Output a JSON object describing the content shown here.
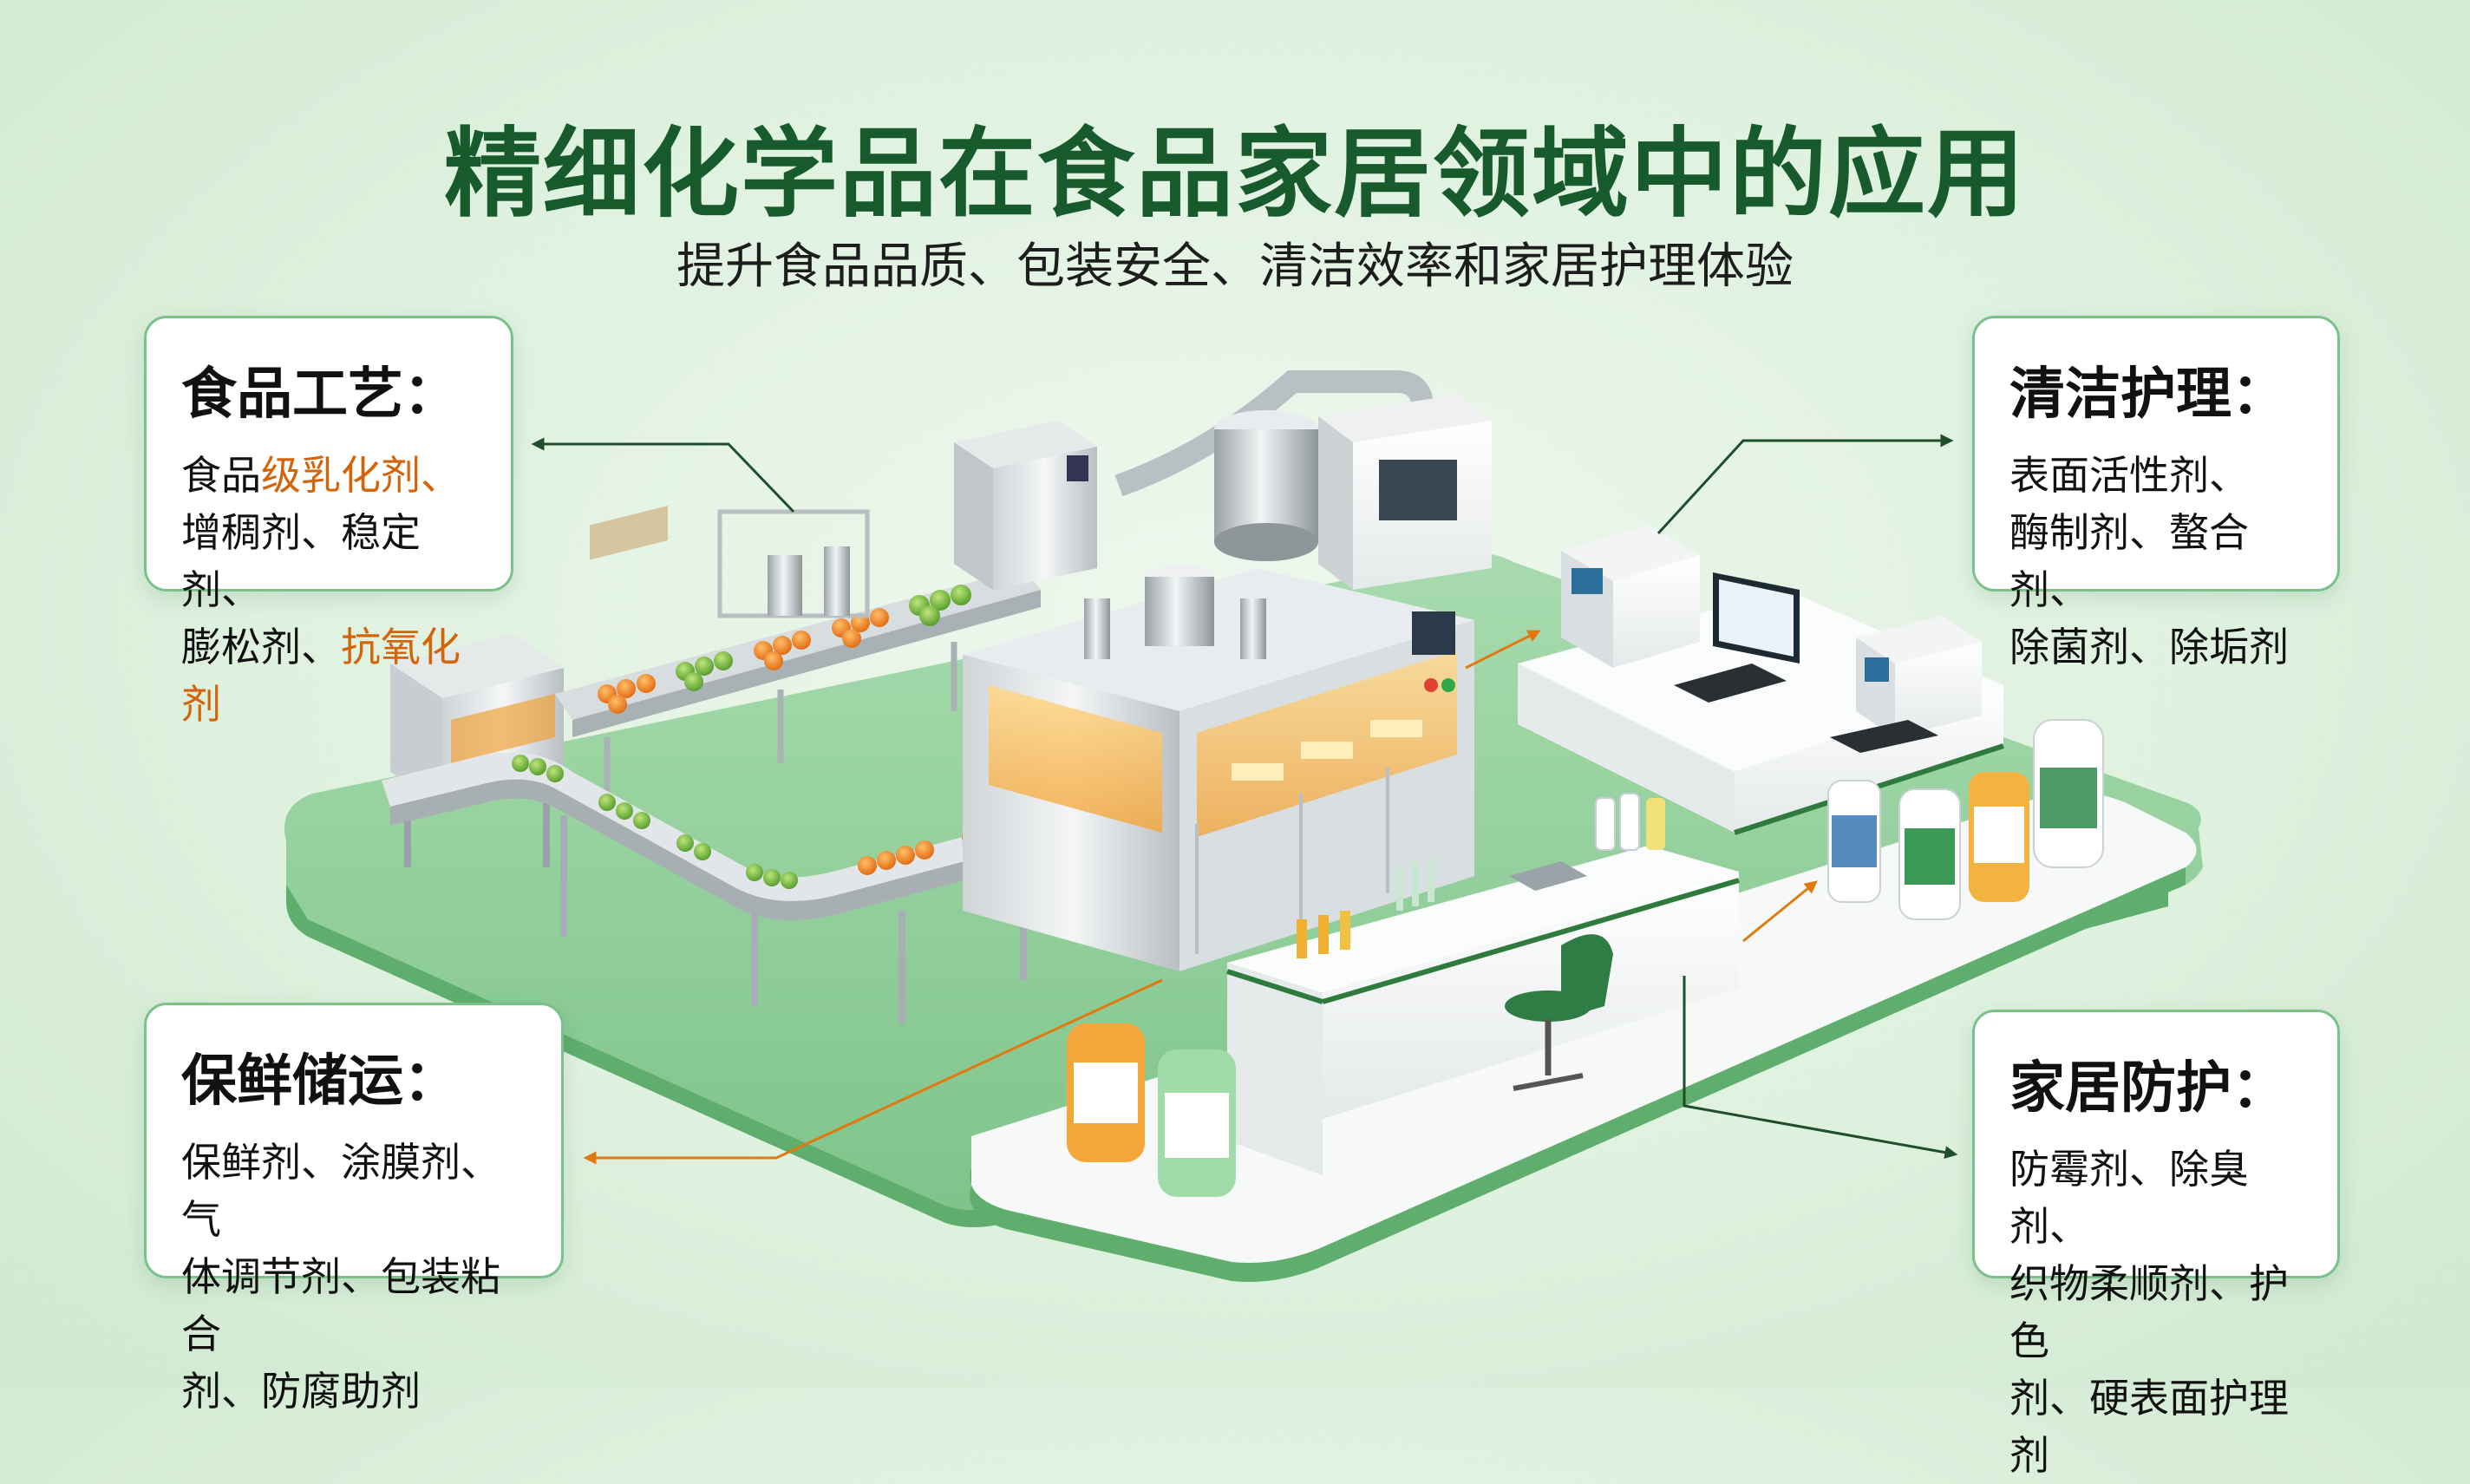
{
  "title": "精细化学品在食品家居领域中的应用",
  "subtitle": "提升食品品质、包装安全、清洁效率和家居护理体验",
  "cards": {
    "food": {
      "title": "食品工艺：",
      "l1a": "食品",
      "l1b": "级乳化剂、",
      "l2": "增稠剂、稳定剂、",
      "l3a": "膨松剂、",
      "l3b": "抗氧化剂"
    },
    "fresh": {
      "title": "保鲜储运：",
      "l1": "保鲜剂、涂膜剂、气",
      "l2": "体调节剂、包装粘合",
      "l3": "剂、防腐助剂"
    },
    "clean": {
      "title": "清洁护理：",
      "l1": "表面活性剂、",
      "l2": "酶制剂、螯合剂、",
      "l3": "除菌剂、除垢剂"
    },
    "home": {
      "title": "家居防护：",
      "l1": "防霉剂、除臭剂、",
      "l2": "织物柔顺剂、护色",
      "l3": "剂、硬表面护理剂"
    }
  },
  "colors": {
    "title_green": "#175a2c",
    "highlight_orange": "#d4640a",
    "card_border": "#7cc08a",
    "platform_green": "#8fce9a",
    "connector_dark": "#1f4f2a",
    "connector_orange": "#e07a10"
  }
}
